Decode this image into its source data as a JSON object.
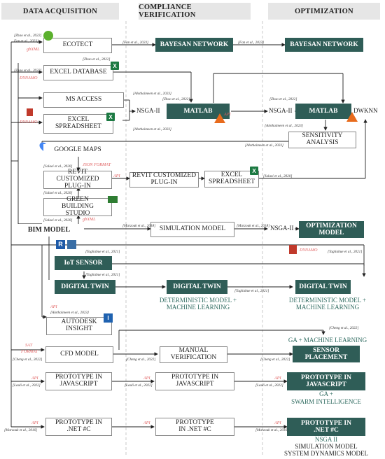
{
  "headers": {
    "acq": "DATA ACQUISITION",
    "comp": "COMPLIANCE VERIFICATION",
    "opt": "OPTIMIZATION"
  },
  "boxes": {
    "ecotect": "ECOTECT",
    "excel_db": "EXCEL DATABASE",
    "ms_access": "MS ACCESS",
    "excel_ss": "EXCEL SPREADSHEET",
    "google_maps": "GOOGLE MAPS",
    "revit_plugin": "REVIT CUSTOMIZED PLUG-IN",
    "gbs": "GREEN BUILDING STUDIO",
    "bim": "BIM MODEL",
    "iot": "IoT SENSOR",
    "dt1": "DIGITAL TWIN",
    "autodesk": "AUTODESK INSIGHT",
    "cfd": "CFD MODEL",
    "proto_js1": "PROTOTYPE IN JAVASCRIPT",
    "proto_net1": "PROTOTYPE IN .NET #C",
    "bayes1": "BAYESAN NETWORK",
    "matlab1": "MATLAB",
    "revit_plugin2": "REVIT CUSTOMIZED PLUG-IN",
    "excel_ss2": "EXCEL SPREADSHEET",
    "sim_model": "SIMULATION MODEL",
    "dt2": "DIGITAL TWIN",
    "manual": "MANUAL VERIFICATION",
    "proto_js2": "PROTOTYPE IN JAVASCRIPT",
    "proto_net2": "PROTOTYPE IN .NET #C",
    "bayes2": "BAYESAN NETWORK",
    "matlab2": "MATLAB",
    "sensitivity": "SENSITIVITY ANALYSIS",
    "opt_model": "OPTIMIZATION MODEL",
    "dt3": "DIGITAL TWIN",
    "sensor_place": "SENSOR PLACEMENT",
    "proto_js3": "PROTOTYPE IN JAVASCRIPT",
    "proto_net3": "PROTOTYPE IN .NET #C"
  },
  "labels": {
    "nsga1": "NSGA-II",
    "nsga2": "NSGA-II",
    "nsga3": "NSGA-II",
    "dwknn": "DWKNN",
    "det_ml1": "DETERMINISTIC MODEL +",
    "det_ml1b": "MACHINE LEARNING",
    "det_ml2": "DETERMINISTIC MODEL +",
    "det_ml2b": "MACHINE LEARNING",
    "ga_ml": "GA + MACHINE LEARNING",
    "ga_si1": "GA +",
    "ga_si2": "SWARM INTELLIGENCE",
    "nsga_ii": "NSGA II",
    "sim_model_txt": "SIMULATION MODEL",
    "sys_dyn": "SYSTEM DYNAMICS MODEL"
  },
  "red": {
    "gbxml1": "gbXML",
    "dynamo1": "DYNAMO",
    "dynamo2": "DYNAMO",
    "api1": "API",
    "json": "JSON FORMAT",
    "api2": "API",
    "gbxml2": "gbXML",
    "dynamo3": "DYNAMO",
    "api3": "API",
    "sat": "SAT",
    "format": "FORMAT",
    "api4": "API",
    "api5": "API",
    "api6": "API",
    "api7": "API",
    "api8": "API",
    "api9": "API"
  },
  "refs": {
    "r1": "[Zhao et al., 2022]",
    "r2": "Fan et al., 2023]",
    "r3": "[Zhao et al., 2022]",
    "r4": "[Zhao et al., 2022]",
    "r5": "[Alothaimeen et al., 2023]",
    "r6": "[Alothaimeen et al., 2023]",
    "r7": "[Fan et al., 2023]",
    "r8": "[Fan et al., 2023]",
    "r9": "[Zhao et al., 2022]",
    "r10": "[Zhao et al., 2022]",
    "r11": "[Alothaimeen et al., 2023]",
    "r12": "[Alothaimeen et al., 2023]",
    "r13": "[Jalaei et al., 2020]",
    "r14": "[Jalaei et al., 2020]",
    "r15": "[Jalaei et al., 2020]",
    "r16": "[Jalaei et al., 2020]",
    "r17": "[Marzouk et al., 2018]",
    "r18": "[Marzouk et al., 2018]",
    "r19": "[Tagliabue et al., 2021]",
    "r20": "[Tagliabue et al., 2021]",
    "r21": "[Tagliabue et al., 2021]",
    "r22": "[Tagliabue et al., 2021]",
    "r23": "[Alothaimeen et al., 2023]",
    "r24": "[Cheng et al., 2022]",
    "r25": "[Cheng et al., 2022]",
    "r26": "[Cheng et al., 2022]",
    "r27": "[Cheng et al., 2022]",
    "r28": "[Lauli et al., 2022]",
    "r29": "[Lauli et al., 2022]",
    "r30": "[Lauli et al., 2022]",
    "r31": "[Marzouk et al., 2016]",
    "r32": "[Marzouk et al., 2016]"
  },
  "icons": {
    "excel": "X",
    "revit": "R",
    "insight": "I",
    "matlab": "matlab-icon"
  },
  "colors": {
    "dark": "#2f5d57",
    "red": "#e06060",
    "teal": "#2f6b60",
    "header": "#e6e6e6"
  }
}
